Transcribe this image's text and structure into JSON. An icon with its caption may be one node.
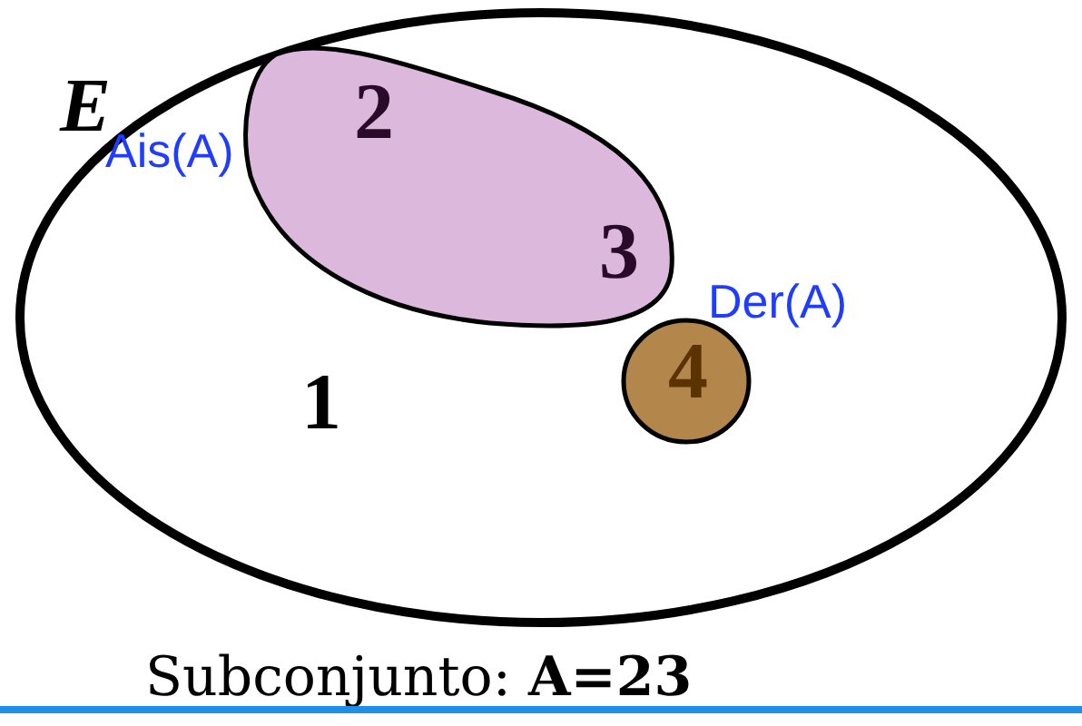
{
  "diagram": {
    "caption": "Subconjunto: **A=23**",
    "nodes": [
      {
        "text": [
          "E",
          "1"
        ]
      },
      {
        "text": [
          "2",
          "3"
        ],
        "in": 0,
        "beside": [
          "Ais(A)"
        ]
      },
      {
        "text": [
          "4"
        ],
        "in": 0,
        "beside": [
          "Der(A)"
        ]
      }
    ]
  }
}
